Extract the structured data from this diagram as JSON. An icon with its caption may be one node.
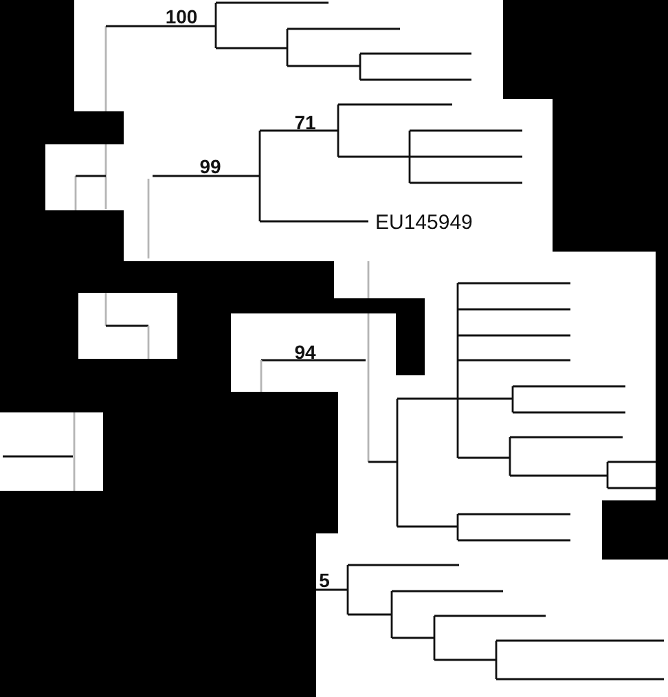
{
  "diagram": {
    "labels": [
      "100",
      "71",
      "99",
      "EU145949",
      "94",
      "5"
    ]
  }
}
